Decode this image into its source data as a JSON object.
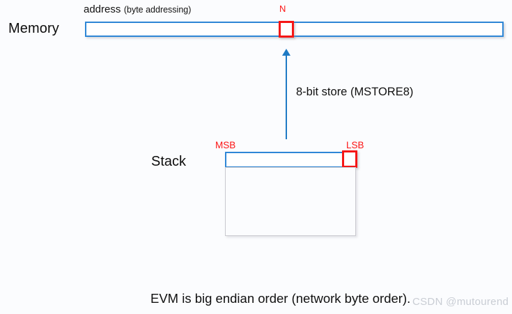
{
  "diagram": {
    "memory": {
      "label": "Memory",
      "address_label": "address",
      "address_note": "(byte addressing)",
      "cell_marker": "N"
    },
    "operation": {
      "label": "8-bit store (MSTORE8)",
      "arrow_direction": "up"
    },
    "stack": {
      "label": "Stack",
      "msb_label": "MSB",
      "lsb_label": "LSB"
    },
    "caption": "EVM is big endian order (network byte order).",
    "watermark": "CSDN @mutourend",
    "colors": {
      "blue_outline": "#2e86d6",
      "red_highlight": "#f51616",
      "arrow_blue": "#1f7ac4",
      "gray_box": "#c9c9cf",
      "text": "#111111",
      "watermark": "#c9cdd4",
      "background": "#fbfcfe"
    }
  }
}
